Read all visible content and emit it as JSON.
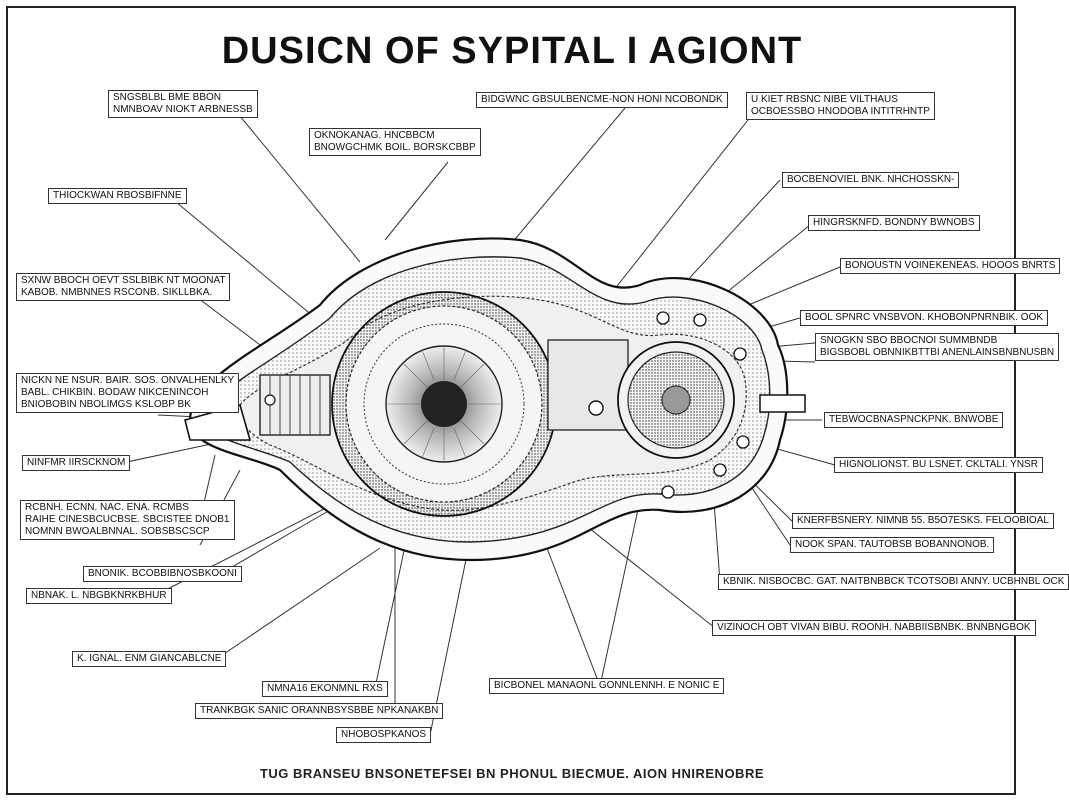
{
  "title": "DUSICN OF SYPITAL I AGIONT",
  "footer": "TUG BRANSEU BNSONETEFSEI BN PHONUL BIECMUE. AION HNIRENOBRE",
  "labels": {
    "l1": [
      "SNGSBLBL BME BBON",
      "NMNBOAV NIOKT ARBNESSB"
    ],
    "l2": [
      "BIDGWNC GBSULBENCME-NON HONI NCOBONDK"
    ],
    "l3": [
      "U KIET RBSNC NIBE VILTHAUS",
      "OCBOESSBO HNODOBA INTITRHNTP"
    ],
    "l4": [
      "OKNOKANAG. HNCBBCM",
      "BNOWGCHMK BOIL. BORSKCBBP"
    ],
    "l5": [
      "THIOCKWAN RBOSBIFNNE"
    ],
    "l6": [
      "BOCBENOVIEL BNK. NHCHOSSKN-"
    ],
    "l7": [
      "HINGRSKNFD. BONDNY BWNOBS"
    ],
    "l8": [
      "SXNW BBOCH OEVT SSLBIBK NT MOONAT",
      "KABOB. NMBNNES RSCONB. SIKLLBKA."
    ],
    "l9": [
      "BONOUSTN VOINEKENEAS. HOOOS BNRTS"
    ],
    "l10": [
      "BOOL SPNRC VNSBVON. KHOBONPNRNBIK. OOK"
    ],
    "l11": [
      "SNOGKN SBO BBOCNOI SUMMBNDB",
      "BIGSBOBL OBNNIKBTTBI ANENLAINSBNBNUSBN"
    ],
    "l12": [
      "NICKN NE NSUR. BAIR. SOS. ONVALHENLKY",
      "BABL. CHIKBIN. BODAW NIKCENINCOH",
      "BNIOBOBIN NBOLIMGS KSLOBP BK"
    ],
    "l13": [
      "TEBWOCBNASPNCKPNK. BNWOBE"
    ],
    "l14": [
      "NINFMR IIRSCKNOM"
    ],
    "l15": [
      "HIGNOLIONST. BU LSNET. CKLTALI. YNSR"
    ],
    "l16": [
      "RCBNH. ECNN. NAC. ENA. RCMBS",
      "RAIHE CINESBCUCBSE. SBCISTEE DNOB1",
      "NOMNN BWOALBNNAL. SOBSBSCSCP"
    ],
    "l17": [
      "KNERFBSNERY. NIMNB 55. B5O7ESKS. FELOOBIOAL"
    ],
    "l18": [
      "NOOK SPAN. TAUTOBSB BOBANNONOB."
    ],
    "l19": [
      "BNONIK. BCOBBIBNOSBKOONI"
    ],
    "l20": [
      "KBNIK. NISBOCBC. GAT. NAITBNBBCK TCOTSOBI ANNY. UCBHNBL OCK"
    ],
    "l21": [
      "NBNAK. L. NBGBKNRKBHUR"
    ],
    "l22": [
      "VIZINOCH OBT VIVAN BIBU. ROONH. NABBIISBNBK. BNNBNGBOK"
    ],
    "l23": [
      "K. IGNAL. ENM GIANCABLCNE"
    ],
    "l24": [
      "NMNA16 EKONMNL RXS"
    ],
    "l25": [
      "BICBONEL MANAONL GONNLENNH. E NONIC E"
    ],
    "l26": [
      "TRANKBGK SANIC ORANNBSYSBBE NPKANAKBN"
    ],
    "l27": [
      "NHOBOSPKANOS"
    ]
  }
}
